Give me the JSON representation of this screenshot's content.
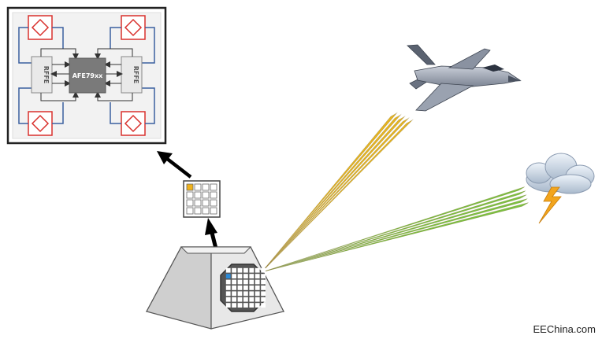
{
  "block_diagram": {
    "chip_label": "AFE79xx",
    "rffe_left_label": "RFFE",
    "rffe_right_label": "RFFE"
  },
  "targets": {
    "aircraft_icon": "fighter-jet-icon",
    "weather_icon": "storm-cloud-lightning-icon"
  },
  "beams": {
    "aircraft_beam_color": "#e6b422",
    "weather_beam_color": "#7cc242"
  },
  "watermark": "EEChina.com"
}
